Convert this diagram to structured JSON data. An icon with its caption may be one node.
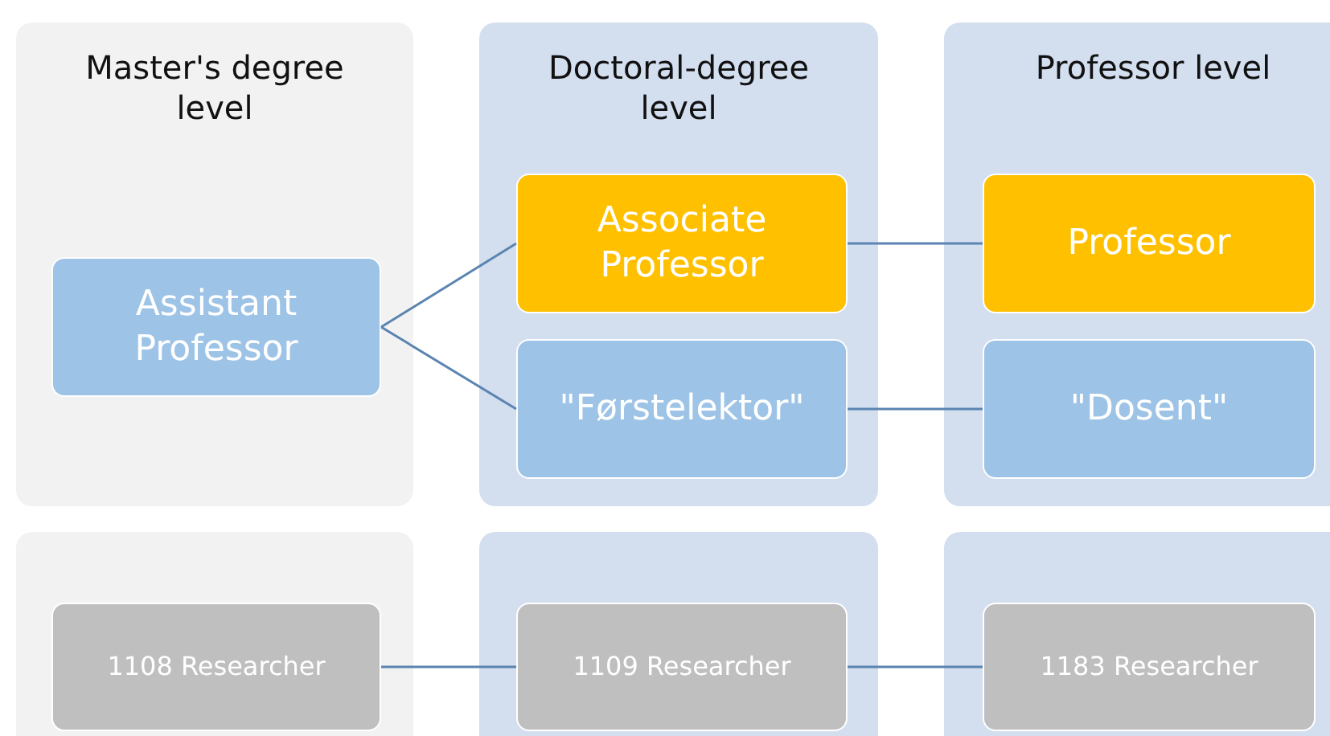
{
  "diagram": {
    "nodes": [
      {
        "text": [
          "Master's degree level"
        ]
      },
      {
        "text": [
          "Assistant Professor"
        ],
        "in": 0
      },
      {
        "text": [
          "Doctoral-degree level"
        ]
      },
      {
        "text": [
          "Associate Professor"
        ],
        "in": 2
      },
      {
        "text": [
          "\"Førstelektor\""
        ],
        "in": 2
      },
      {
        "text": [
          "Professor level"
        ]
      },
      {
        "text": [
          "Professor"
        ],
        "in": 5
      },
      {
        "text": [
          "\"Dosent\""
        ],
        "in": 5
      },
      {
        "text": [],
        "shape": "box"
      },
      {
        "text": [
          "1108 Researcher"
        ],
        "in": 8
      },
      {
        "text": [],
        "shape": "box"
      },
      {
        "text": [
          "1109 Researcher"
        ],
        "in": 10
      },
      {
        "text": [],
        "shape": "box"
      },
      {
        "text": [
          "1183 Researcher"
        ],
        "in": 12
      }
    ],
    "edges": [
      {
        "from": 1,
        "to": 3,
        "arrow": "none"
      },
      {
        "from": 1,
        "to": 4,
        "arrow": "none"
      },
      {
        "from": 3,
        "to": 6,
        "arrow": "none"
      },
      {
        "from": 4,
        "to": 7,
        "arrow": "none"
      },
      {
        "from": 9,
        "to": 11,
        "arrow": "none"
      },
      {
        "from": 11,
        "to": 13,
        "arrow": "none"
      }
    ]
  }
}
